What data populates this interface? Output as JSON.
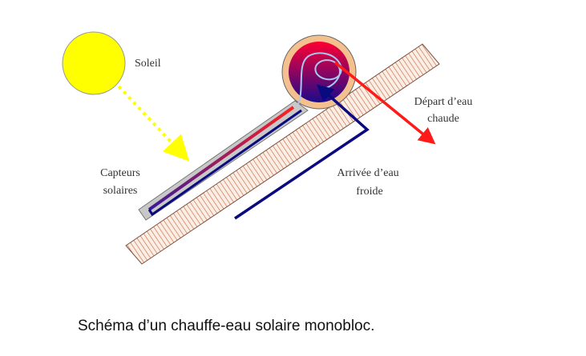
{
  "labels": {
    "sun": "Soleil",
    "collector_line1": "Capteurs",
    "collector_line2": "solaires",
    "hot_line1": "Départ d’eau",
    "hot_line2": "chaude",
    "cold_line1": "Arrivée d’eau",
    "cold_line2": "froide"
  },
  "caption": "Schéma d’un chauffe-eau solaire monobloc.",
  "colors": {
    "sun": "#ffff00",
    "hot": "#ff1a1a",
    "cold": "#0a0a80",
    "tank_shell": "#f4c08e",
    "roof": "#c8603a"
  }
}
